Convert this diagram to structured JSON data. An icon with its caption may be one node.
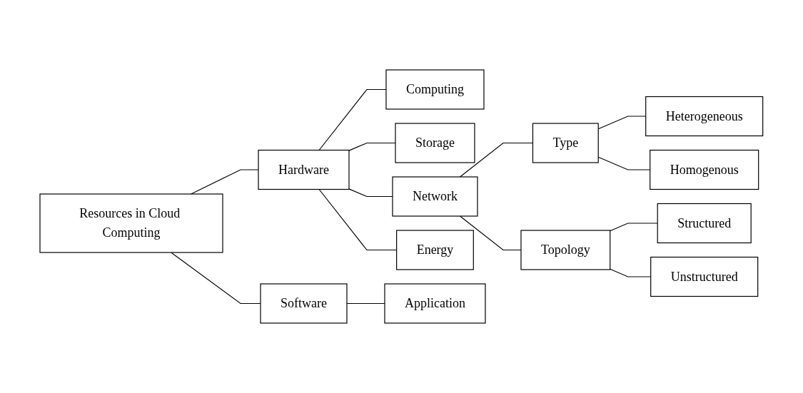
{
  "diagram": {
    "nodes": [
      {
        "text": [
          "Resources in Cloud Computing"
        ]
      },
      {
        "text": [
          "Hardware"
        ]
      },
      {
        "text": [
          "Software"
        ]
      },
      {
        "text": [
          "Computing"
        ]
      },
      {
        "text": [
          "Storage"
        ]
      },
      {
        "text": [
          "Network"
        ]
      },
      {
        "text": [
          "Energy"
        ]
      },
      {
        "text": [
          "Application"
        ]
      },
      {
        "text": [
          "Type"
        ]
      },
      {
        "text": [
          "Topology"
        ]
      },
      {
        "text": [
          "Heterogeneous"
        ]
      },
      {
        "text": [
          "Homogenous"
        ]
      },
      {
        "text": [
          "Structured"
        ]
      },
      {
        "text": [
          "Unstructured"
        ]
      }
    ],
    "edges": [
      {
        "from": 0,
        "to": 1,
        "arrow": "none"
      },
      {
        "from": 0,
        "to": 2,
        "arrow": "none"
      },
      {
        "from": 1,
        "to": 3,
        "arrow": "none"
      },
      {
        "from": 1,
        "to": 4,
        "arrow": "none"
      },
      {
        "from": 1,
        "to": 5,
        "arrow": "none"
      },
      {
        "from": 1,
        "to": 6,
        "arrow": "none"
      },
      {
        "from": 2,
        "to": 7,
        "arrow": "none"
      },
      {
        "from": 5,
        "to": 8,
        "arrow": "none"
      },
      {
        "from": 5,
        "to": 9,
        "arrow": "none"
      },
      {
        "from": 8,
        "to": 10,
        "arrow": "none"
      },
      {
        "from": 8,
        "to": 11,
        "arrow": "none"
      },
      {
        "from": 9,
        "to": 12,
        "arrow": "none"
      },
      {
        "from": 9,
        "to": 13,
        "arrow": "none"
      }
    ]
  }
}
